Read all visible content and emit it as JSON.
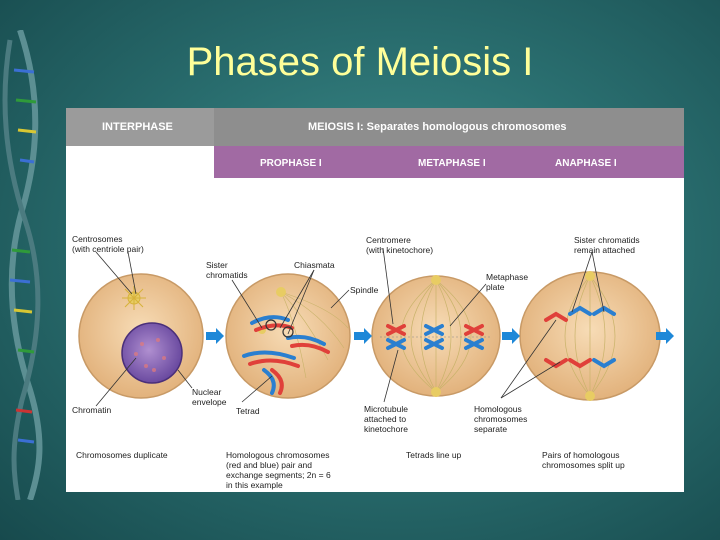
{
  "slide": {
    "title": "Phases of Meiosis I"
  },
  "figure": {
    "header": {
      "interphase": "INTERPHASE",
      "meiosis": "MEIOSIS I: Separates homologous chromosomes",
      "prophase": "PROPHASE I",
      "metaphase": "METAPHASE I",
      "anaphase": "ANAPHASE I"
    },
    "labels": {
      "centrosomes_1": "Centrosomes",
      "centrosomes_2": "(with centriole pair)",
      "chromatin": "Chromatin",
      "nuclear_1": "Nuclear",
      "nuclear_2": "envelope",
      "sister_1": "Sister",
      "sister_2": "chromatids",
      "chiasmata": "Chiasmata",
      "spindle": "Spindle",
      "tetrad": "Tetrad",
      "centromere_1": "Centromere",
      "centromere_2": "(with kinetochore)",
      "metaphase_plate_1": "Metaphase",
      "metaphase_plate_2": "plate",
      "microtubule_1": "Microtubule",
      "microtubule_2": "attached to",
      "microtubule_3": "kinetochore",
      "sister_remain_1": "Sister chromatids",
      "sister_remain_2": "remain attached",
      "homologous_sep_1": "Homologous",
      "homologous_sep_2": "chromosomes",
      "homologous_sep_3": "separate"
    },
    "captions": {
      "interphase": "Chromosomes duplicate",
      "prophase_1": "Homologous chromosomes",
      "prophase_2": "(red and blue) pair and",
      "prophase_3": "exchange segments; 2n = 6",
      "prophase_4": "in this example",
      "metaphase": "Tetrads line up",
      "anaphase_1": "Pairs of homologous",
      "anaphase_2": "chromosomes split up"
    },
    "colors": {
      "header_gray": "#9b9b9b",
      "header_purple": "#a16aa3",
      "cell": "#f2cfa2",
      "chromosome_red": "#e0403a",
      "chromosome_blue": "#2a7fd0",
      "arrow": "#1e88d8"
    }
  }
}
